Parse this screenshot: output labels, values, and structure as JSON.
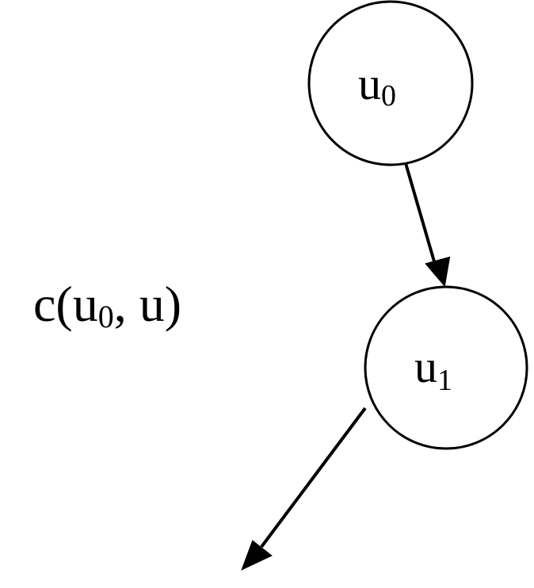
{
  "nodes": [
    {
      "base": "u",
      "sub": "0"
    },
    {
      "base": "u",
      "sub": "1"
    }
  ],
  "label": {
    "pre": "c(u",
    "sub": "0",
    "post": ", u)"
  },
  "colors": {
    "stroke": "#000000",
    "fill": "#ffffff"
  }
}
